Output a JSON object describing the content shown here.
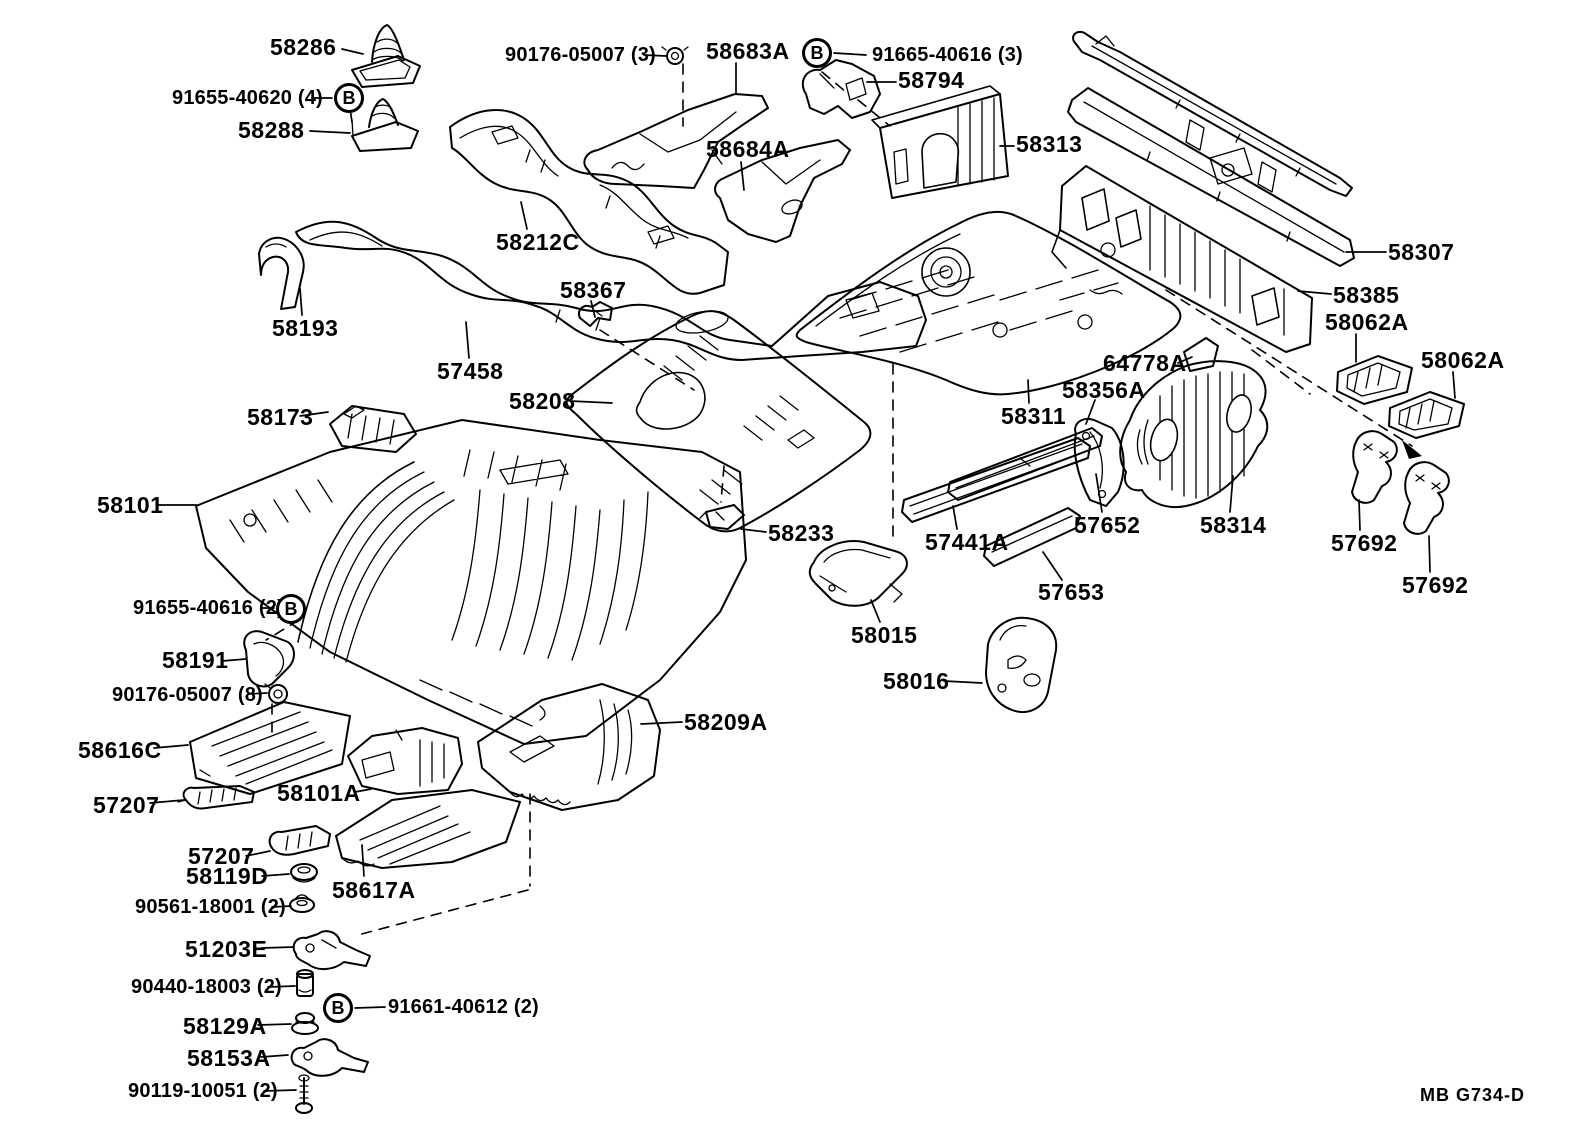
{
  "labels": {
    "p58286": "58286",
    "f91655_40620": "91655-40620 (4)",
    "p58288": "58288",
    "f90176_05007_3": "90176-05007 (3)",
    "p58683a": "58683A",
    "f91665_40616_3": "91665-40616 (3)",
    "p58794": "58794",
    "p58684a": "58684A",
    "p58313": "58313",
    "p58307": "58307",
    "p58385": "58385",
    "p58062a_1": "58062A",
    "p58062a_2": "58062A",
    "p58212c": "58212C",
    "p58367": "58367",
    "p58193": "58193",
    "p57458": "57458",
    "p58208": "58208",
    "p58173": "58173",
    "p58101": "58101",
    "p64778a": "64778A",
    "p58356a": "58356A",
    "p58311": "58311",
    "p57652": "57652",
    "p58314": "58314",
    "p57441a": "57441A",
    "p57653": "57653",
    "p58233": "58233",
    "p58015": "58015",
    "p58016": "58016",
    "p57692_1": "57692",
    "p57692_2": "57692",
    "f91655_40616_2": "91655-40616 (2)",
    "p58191": "58191",
    "f90176_05007_8": "90176-05007 (8)",
    "p58616c": "58616C",
    "p57207_1": "57207",
    "p58101a": "58101A",
    "p58209a": "58209A",
    "p57207_2": "57207",
    "p58119d": "58119D",
    "p58617a": "58617A",
    "f90561_18001": "90561-18001 (2)",
    "p51203e": "51203E",
    "f90440_18003": "90440-18003 (2)",
    "f91661_40612": "91661-40612 (2)",
    "p58129a": "58129A",
    "p58153a": "58153A",
    "f90119_10051": "90119-10051 (2)"
  },
  "ref_marks": {
    "b": "B"
  },
  "footer": {
    "code": "MB  G734-D"
  }
}
